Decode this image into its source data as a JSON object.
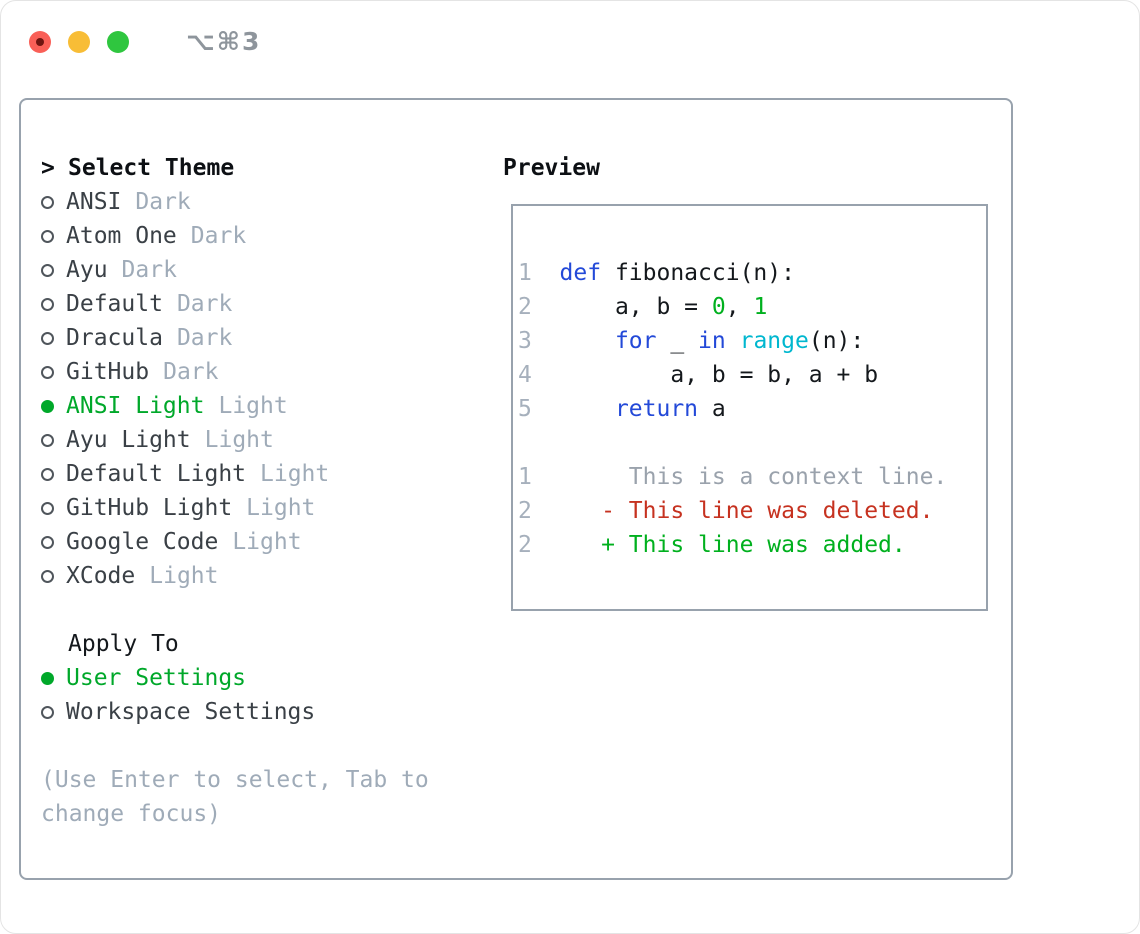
{
  "window": {
    "title": "⌥⌘3",
    "traffic_lights": {
      "close": "red (with dark dot)",
      "minimize": "yellow",
      "zoom": "green"
    }
  },
  "colors": {
    "accent_green": "#00a82a",
    "keyword_blue": "#2349d8",
    "builtin_cyan": "#00b7cf",
    "number_green": "#00b01e",
    "added_green": "#00b01e",
    "deleted_red": "#c63220",
    "muted_gray": "#9fabb8",
    "panel_border_gray": "#98a2ad",
    "traffic_red": "#f95f57",
    "traffic_yellow": "#f8bd36",
    "traffic_green": "#2fc63f"
  },
  "theme_picker": {
    "prompt": ">",
    "title": "Select Theme",
    "items": [
      {
        "label": "ANSI",
        "variant": "Dark",
        "selected": false
      },
      {
        "label": "Atom One",
        "variant": "Dark",
        "selected": false
      },
      {
        "label": "Ayu",
        "variant": "Dark",
        "selected": false
      },
      {
        "label": "Default",
        "variant": "Dark",
        "selected": false
      },
      {
        "label": "Dracula",
        "variant": "Dark",
        "selected": false
      },
      {
        "label": "GitHub",
        "variant": "Dark",
        "selected": false
      },
      {
        "label": "ANSI Light",
        "variant": "Light",
        "selected": true
      },
      {
        "label": "Ayu Light",
        "variant": "Light",
        "selected": false
      },
      {
        "label": "Default Light",
        "variant": "Light",
        "selected": false
      },
      {
        "label": "GitHub Light",
        "variant": "Light",
        "selected": false
      },
      {
        "label": "Google Code",
        "variant": "Light",
        "selected": false
      },
      {
        "label": "XCode",
        "variant": "Light",
        "selected": false
      }
    ],
    "apply_to": {
      "title": "Apply To",
      "options": [
        {
          "label": "User Settings",
          "selected": true
        },
        {
          "label": "Workspace Settings",
          "selected": false
        }
      ]
    },
    "hint": {
      "line1": "(Use Enter to select, Tab to",
      "line2": "change focus)"
    }
  },
  "preview": {
    "title": "Preview",
    "lines": [
      {
        "segments": [
          {
            "t": "1  ",
            "c": "ln"
          },
          {
            "t": "def",
            "c": "kw"
          },
          {
            "t": " fibonacci(n):",
            "c": "pl"
          }
        ]
      },
      {
        "segments": [
          {
            "t": "2      ",
            "c": "ln"
          },
          {
            "t": "a, b = ",
            "c": "pl"
          },
          {
            "t": "0",
            "c": "grn"
          },
          {
            "t": ", ",
            "c": "pl"
          },
          {
            "t": "1",
            "c": "grn"
          }
        ]
      },
      {
        "segments": [
          {
            "t": "3      ",
            "c": "ln"
          },
          {
            "t": "for",
            "c": "kw"
          },
          {
            "t": " _ ",
            "c": "pl"
          },
          {
            "t": "in",
            "c": "kw"
          },
          {
            "t": " ",
            "c": "pl"
          },
          {
            "t": "range",
            "c": "cyn"
          },
          {
            "t": "(n):",
            "c": "pl"
          }
        ]
      },
      {
        "segments": [
          {
            "t": "4          ",
            "c": "ln"
          },
          {
            "t": "a, b = b, a + b",
            "c": "pl"
          }
        ]
      },
      {
        "segments": [
          {
            "t": "5      ",
            "c": "ln"
          },
          {
            "t": "return",
            "c": "kw"
          },
          {
            "t": " a",
            "c": "pl"
          }
        ]
      },
      {
        "segments": []
      },
      {
        "segments": [
          {
            "t": "1       ",
            "c": "ln"
          },
          {
            "t": "This is a context line.",
            "c": "ctx"
          }
        ]
      },
      {
        "segments": [
          {
            "t": "2     ",
            "c": "ln"
          },
          {
            "t": "- This line was deleted.",
            "c": "del"
          }
        ]
      },
      {
        "segments": [
          {
            "t": "2     ",
            "c": "ln"
          },
          {
            "t": "+ This line was added.",
            "c": "add"
          }
        ]
      }
    ]
  }
}
